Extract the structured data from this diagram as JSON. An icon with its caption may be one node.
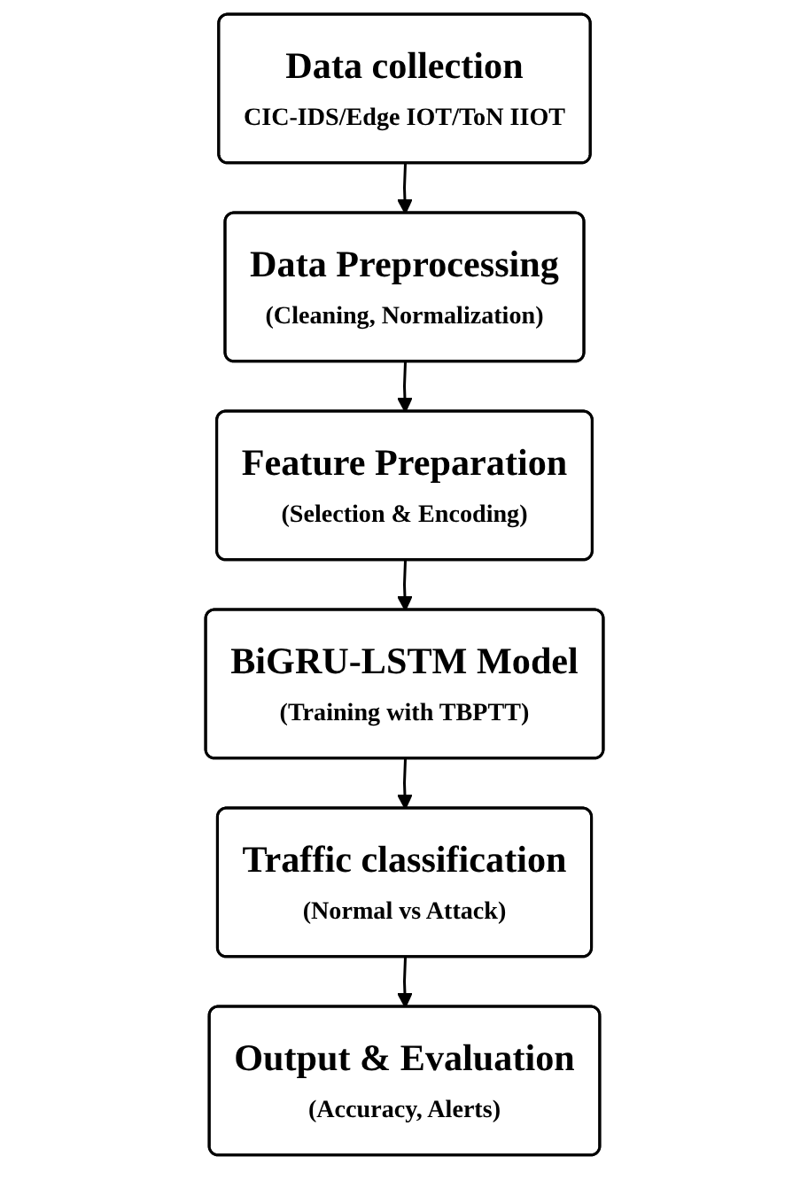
{
  "diagram": {
    "nodes": [
      {
        "text": [
          "Data collection",
          "CIC-IDS/Edge IOT/ToN IIOT"
        ]
      },
      {
        "text": [
          "Data Preprocessing",
          "(Cleaning, Normalization)"
        ]
      },
      {
        "text": [
          "Feature Preparation",
          "(Selection & Encoding)"
        ]
      },
      {
        "text": [
          "BiGRU-LSTM Model",
          "(Training with TBPTT)"
        ]
      },
      {
        "text": [
          "Traffic classification",
          "(Normal vs  Attack)"
        ]
      },
      {
        "text": [
          "Output & Evaluation",
          "(Accuracy, Alerts)"
        ]
      }
    ],
    "edges": [
      {
        "from": 0,
        "to": 1,
        "arrow": "to"
      },
      {
        "from": 1,
        "to": 2,
        "arrow": "to"
      },
      {
        "from": 2,
        "to": 3,
        "arrow": "to"
      },
      {
        "from": 3,
        "to": 4,
        "arrow": "to"
      },
      {
        "from": 4,
        "to": 5,
        "arrow": "to"
      }
    ]
  }
}
